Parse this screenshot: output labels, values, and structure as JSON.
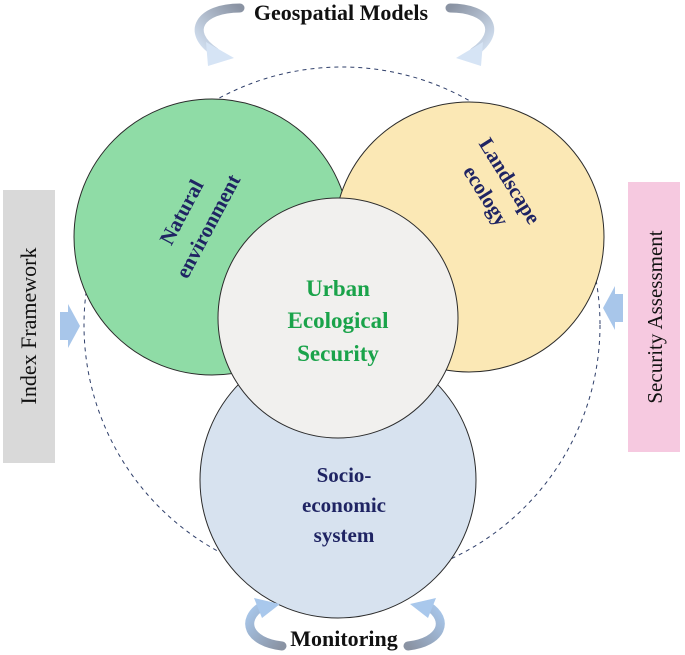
{
  "labels": {
    "top": "Geospatial Models",
    "bottom": "Monitoring",
    "left": "Index Framework",
    "right": "Security Assessment"
  },
  "circles": {
    "natural": {
      "line1": "Natural",
      "line2": "environment"
    },
    "landscape": {
      "line1": "Landscape",
      "line2": "ecology"
    },
    "socio": {
      "line1": "Socio-",
      "line2": "economic",
      "line3": "system"
    },
    "center": {
      "line1": "Urban",
      "line2": "Ecological",
      "line3": "Security"
    }
  },
  "colors": {
    "natural_fill": "#8fdca6",
    "landscape_fill": "#fbe8b5",
    "socio_fill": "#d7e2ef",
    "center_fill": "#f1f0ee",
    "circle_text": "#1f2463",
    "center_text": "#1aa34a",
    "left_box": "#d9d9d9",
    "right_box": "#f6c9e0",
    "arrow": "#a8c6ea"
  }
}
